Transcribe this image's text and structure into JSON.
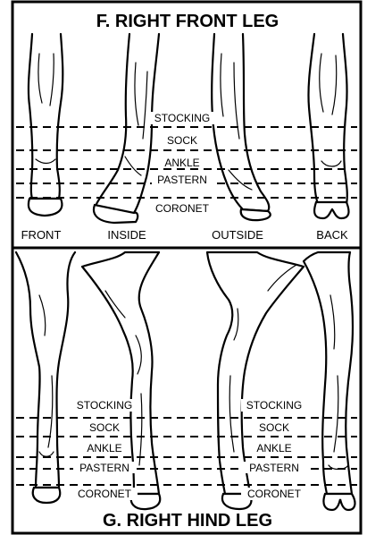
{
  "front": {
    "title": "F. RIGHT FRONT LEG",
    "views": [
      "FRONT",
      "INSIDE",
      "OUTSIDE",
      "BACK"
    ],
    "markings": [
      "STOCKING",
      "SOCK",
      "ANKLE",
      "PASTERN",
      "CORONET"
    ]
  },
  "hind": {
    "title": "G. RIGHT HIND LEG",
    "left_markings": [
      "STOCKING",
      "SOCK",
      "ANKLE",
      "PASTERN",
      "CORONET"
    ],
    "right_markings": [
      "STOCKING",
      "SOCK",
      "ANKLE",
      "PASTERN",
      "CORONET"
    ]
  }
}
